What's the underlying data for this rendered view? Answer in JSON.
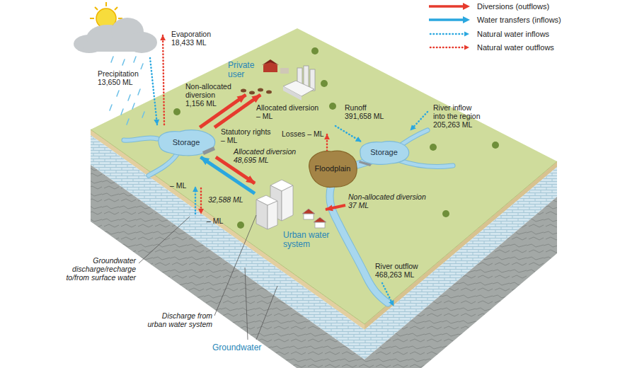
{
  "diagram": {
    "nodes": [
      {
        "text": [
          "Private user"
        ]
      },
      {
        "text": [
          "Storage"
        ]
      },
      {
        "text": [
          "Floodplain"
        ]
      },
      {
        "text": [
          "Storage"
        ]
      },
      {
        "text": [
          "Urban water system"
        ]
      }
    ],
    "edges": [
      {
        "from": 1,
        "to": 0,
        "arrow": "to"
      },
      {
        "from": 1,
        "to": 0,
        "arrow": "to"
      },
      {
        "from": 1,
        "to": 4,
        "arrow": "to"
      },
      {
        "from": 4,
        "to": 1,
        "arrow": "to"
      }
    ],
    "labels": [
      "Evaporation 18,433 ML",
      "Precipitation 13,650 ML",
      "Non-allocated diversion 1,156 ML",
      "Allocated diversion – ML",
      "Statutory rights – ML",
      "Runoff 391,658 ML",
      "River inflow into the region 205,263 ML",
      "Losses – ML",
      "Allocated diversion 48,695 ML",
      "32,588 ML",
      "– ML",
      "– ML",
      "Non-allocated diversion 37 ML",
      "River outflow 468,263 ML",
      "Groundwater discharge/recharge to/from surface water",
      "Discharge from urban water system",
      "Groundwater"
    ],
    "legend": [
      {
        "text": "Diversions (outflows)"
      },
      {
        "text": "Water transfers (inflows)"
      },
      {
        "text": "Natural water inflows"
      },
      {
        "text": "Natural water outflows"
      }
    ]
  }
}
